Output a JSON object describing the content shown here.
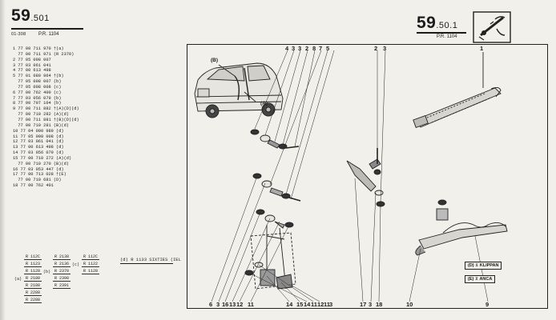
{
  "header_left": {
    "page": "59",
    "sub": ".501",
    "code": "01-308",
    "pr": "P.R. 1104"
  },
  "header_right": {
    "page": "59",
    "sub": ".50.1",
    "pr": "P.R. 1104"
  },
  "parts": [
    "1 77 00 711 970 †(a)",
    "  77 00 711 971 (R 2370)",
    "2 77 05 098 007",
    "3 77 03 061 041",
    "4 77 00 613 498",
    "5 77 01 080 964 †(b)",
    "  77 05 098 007 (b)",
    "  77 05 098 008 (c)",
    "6 77 00 762 400 (c)",
    "7 77 03 056 079 (b)",
    "8 77 00 707 104 (b)",
    "9 77 00 711 882 †(A)(D)(d)",
    "  77 00 710 282 (A)(d)",
    "  77 00 711 881 †(B)(D)(d)",
    "  77 00 710 281 (B)(d)",
    "10 77 04 000 989 (d)",
    "11 77 05 098 008 (d)",
    "12 77 03 061 041 (d)",
    "13 77 00 613 498 (d)",
    "14 77 03 056 079 (d)",
    "15 77 00 710 272 (A)(d)",
    "  77 00 710 270 (B)(d)",
    "16 77 03 053 447 (d)",
    "17 77 00 713 028 †(E)",
    "  77 00 710 681 (D)",
    "18 77 00 762 401"
  ],
  "table": {
    "rows": [
      [
        "",
        "R 112C",
        "",
        "R 2138",
        "",
        "R 112C"
      ],
      [
        "",
        "R 1123",
        "",
        "R 2136",
        "(c)",
        "R 1122"
      ],
      [
        "",
        "R 1128",
        "(b)",
        "R 2370",
        "",
        "R 1128"
      ],
      [
        "(a)",
        "R 2188",
        "",
        "R 2398",
        "",
        ""
      ],
      [
        "",
        "R 2188",
        "",
        "R 2391",
        "",
        ""
      ],
      [
        "",
        "R 2288",
        "",
        "",
        "",
        ""
      ],
      [
        "",
        "R 2288",
        "",
        "",
        "",
        ""
      ]
    ]
  },
  "note": "(d) R 1133 SIXTIES (IEL",
  "callouts": {
    "top": [
      "4",
      "3",
      "3",
      "2",
      "8",
      "7",
      "5",
      "2",
      "3",
      "1"
    ],
    "bottom": [
      "6",
      "3",
      "16",
      "13",
      "12",
      "11",
      "14",
      "15",
      "14",
      "11",
      "12",
      "11",
      "3",
      "17",
      "3",
      "18",
      "10",
      "9"
    ],
    "side": [
      "(B)",
      "(A)"
    ]
  },
  "legend": [
    {
      "code": "(D)",
      "label": "KLIPPAN"
    },
    {
      "code": "(E)",
      "label": "ANCA"
    }
  ]
}
